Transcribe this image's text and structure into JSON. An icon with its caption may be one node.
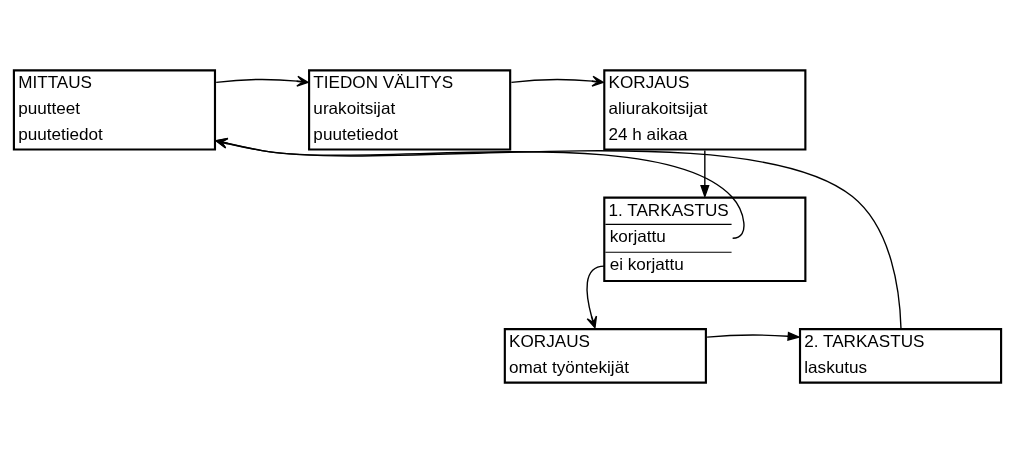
{
  "diagram": {
    "nodes": [
      {
        "text": [
          "MITTAUS",
          "puutteet",
          "puutetiedot"
        ]
      },
      {
        "text": [
          "TIEDON VÄLITYS",
          "urakoitsijat",
          "puutetiedot"
        ]
      },
      {
        "text": [
          "KORJAUS",
          "aliurakoitsijat",
          "24 h aikaa"
        ]
      },
      {
        "text": [
          "1. TARKASTUS",
          "korjattu",
          "ei korjattu"
        ]
      },
      {
        "text": [
          "2. TARKASTUS",
          "laskutus"
        ]
      },
      {
        "text": [
          "KORJAUS",
          "omat työntekijät"
        ]
      }
    ],
    "edges": [
      {
        "from": 0,
        "to": 1,
        "arrow": "to"
      },
      {
        "from": 1,
        "to": 2,
        "arrow": "to"
      },
      {
        "from": 2,
        "to": 3,
        "arrow": "to"
      },
      {
        "from": 3,
        "to": 0,
        "arrow": "to"
      },
      {
        "from": 3,
        "to": 5,
        "arrow": "to"
      },
      {
        "from": 5,
        "to": 4,
        "arrow": "to"
      },
      {
        "from": 4,
        "to": 0,
        "arrow": "to"
      }
    ]
  }
}
